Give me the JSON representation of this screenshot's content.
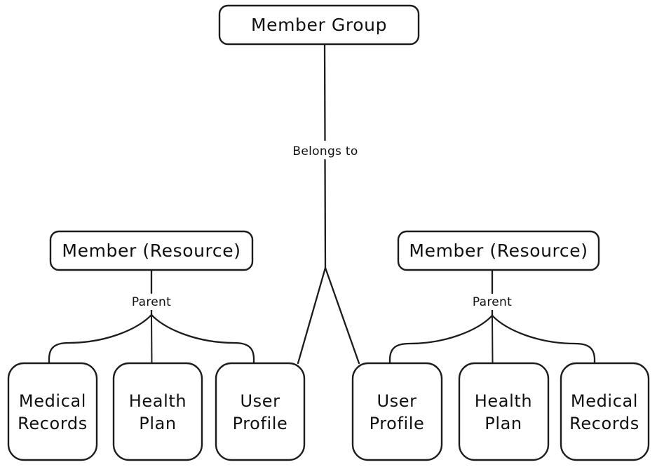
{
  "diagram": {
    "type": "flowchart",
    "title": "",
    "background_color": "#ffffff",
    "stroke_color": "#1c1c1c",
    "text_color": "#101010",
    "nodes": {
      "root": {
        "id": "member-group",
        "label": "Member Group",
        "shape": "rounded-rectangle"
      },
      "member_left": {
        "id": "member-resource-left",
        "label": "Member (Resource)",
        "shape": "rounded-rectangle"
      },
      "member_right": {
        "id": "member-resource-right",
        "label": "Member (Resource)",
        "shape": "rounded-rectangle"
      },
      "leaves": [
        {
          "id": "medical-records-left",
          "line1": "Medical",
          "line2": "Records",
          "shape": "rounded-square"
        },
        {
          "id": "health-plan-left",
          "line1": "Health",
          "line2": "Plan",
          "shape": "rounded-square"
        },
        {
          "id": "user-profile-left",
          "line1": "User",
          "line2": "Profile",
          "shape": "rounded-square"
        },
        {
          "id": "user-profile-right",
          "line1": "User",
          "line2": "Profile",
          "shape": "rounded-square"
        },
        {
          "id": "health-plan-right",
          "line1": "Health",
          "line2": "Plan",
          "shape": "rounded-square"
        },
        {
          "id": "medical-records-right",
          "line1": "Medical",
          "line2": "Records",
          "shape": "rounded-square"
        }
      ]
    },
    "edge_labels": {
      "belongs_to": "Belongs to",
      "parent_left": "Parent",
      "parent_right": "Parent"
    },
    "edges": [
      {
        "from": "member-group",
        "to": "user-profile-left",
        "label": "Belongs to"
      },
      {
        "from": "member-group",
        "to": "user-profile-right",
        "label": "Belongs to"
      },
      {
        "from": "member-resource-left",
        "to": "medical-records-left",
        "label": "Parent"
      },
      {
        "from": "member-resource-left",
        "to": "health-plan-left",
        "label": "Parent"
      },
      {
        "from": "member-resource-left",
        "to": "user-profile-left",
        "label": "Parent"
      },
      {
        "from": "member-resource-right",
        "to": "user-profile-right",
        "label": "Parent"
      },
      {
        "from": "member-resource-right",
        "to": "health-plan-right",
        "label": "Parent"
      },
      {
        "from": "member-resource-right",
        "to": "medical-records-right",
        "label": "Parent"
      }
    ]
  }
}
